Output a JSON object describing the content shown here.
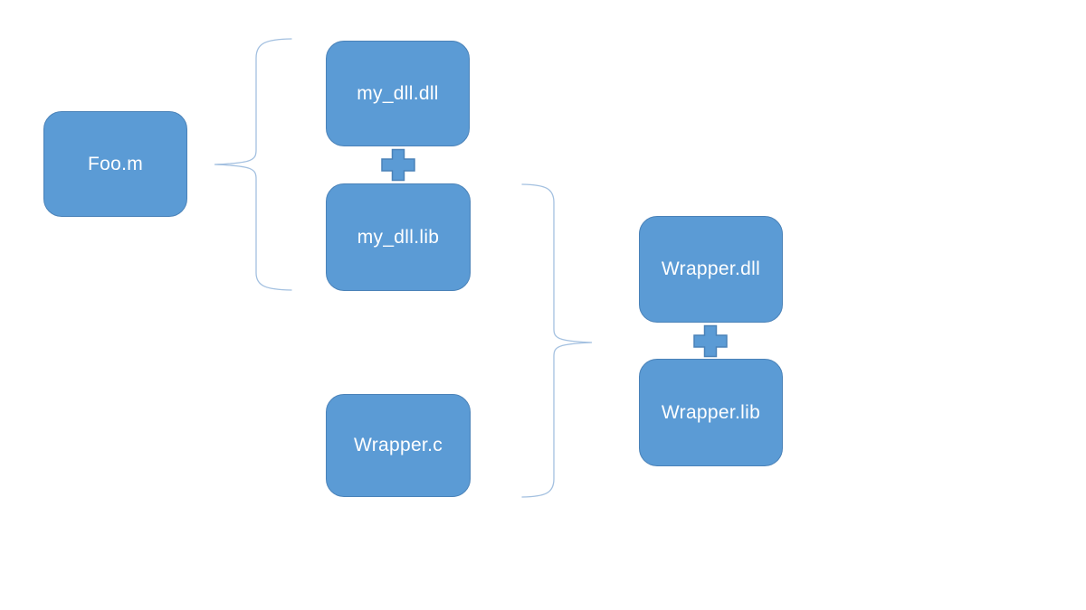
{
  "diagram": {
    "nodes": [
      {
        "id": "foo-m",
        "label": "Foo.m"
      },
      {
        "id": "my-dll-dll",
        "label": "my_dll.dll"
      },
      {
        "id": "my-dll-lib",
        "label": "my_dll.lib"
      },
      {
        "id": "wrapper-c",
        "label": "Wrapper.c"
      },
      {
        "id": "wrapper-dll",
        "label": "Wrapper.dll"
      },
      {
        "id": "wrapper-lib",
        "label": "Wrapper.lib"
      }
    ],
    "operators": [
      {
        "id": "plus-1",
        "icon": "plus-icon",
        "between": [
          "my_dll.dll",
          "my_dll.lib"
        ]
      },
      {
        "id": "plus-2",
        "icon": "plus-icon",
        "between": [
          "Wrapper.dll",
          "Wrapper.lib"
        ]
      }
    ],
    "braces": [
      {
        "id": "brace-left",
        "icon": "curly-brace-icon",
        "direction": "points-left",
        "from": "Foo.m",
        "groups": [
          "my_dll.dll",
          "my_dll.lib"
        ]
      },
      {
        "id": "brace-right",
        "icon": "curly-brace-icon",
        "direction": "points-right",
        "groups": [
          "my_dll.lib",
          "Wrapper.c"
        ],
        "to": "Wrapper.dll + Wrapper.lib"
      }
    ],
    "colors": {
      "background": "#ffffff",
      "node_fill": "#5b9bd5",
      "node_border": "#4a82b8",
      "node_text": "#ffffff",
      "brace_stroke": "#a3c0e0",
      "plus_fill": "#5b9bd5",
      "plus_border": "#4a82b8"
    }
  }
}
